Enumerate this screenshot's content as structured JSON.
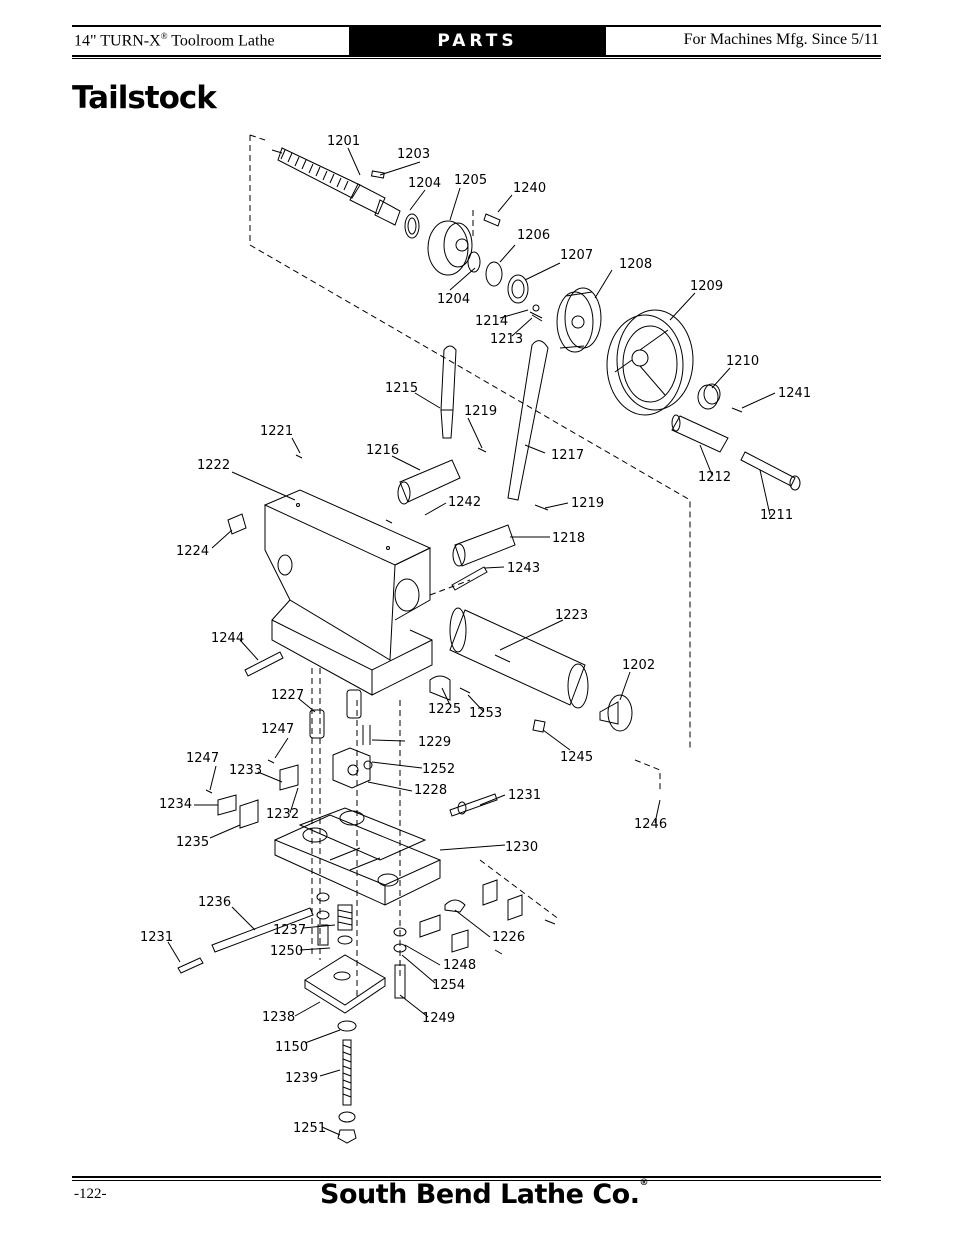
{
  "header": {
    "left_text": "14\" TURN-X",
    "left_reg": "®",
    "left_suffix": " Toolroom Lathe",
    "center": "PARTS",
    "right": "For Machines Mfg. Since 5/11"
  },
  "title": "Tailstock",
  "footer": {
    "page": "-122-",
    "brand": "South Bend Lathe Co.",
    "brand_reg": "®"
  },
  "callouts": [
    {
      "id": "1201",
      "text": "1201"
    },
    {
      "id": "1203",
      "text": "1203"
    },
    {
      "id": "1204a",
      "text": "1204"
    },
    {
      "id": "1205",
      "text": "1205"
    },
    {
      "id": "1240",
      "text": "1240"
    },
    {
      "id": "1206",
      "text": "1206"
    },
    {
      "id": "1207",
      "text": "1207"
    },
    {
      "id": "1208",
      "text": "1208"
    },
    {
      "id": "1209",
      "text": "1209"
    },
    {
      "id": "1204b",
      "text": "1204"
    },
    {
      "id": "1214",
      "text": "1214"
    },
    {
      "id": "1213",
      "text": "1213"
    },
    {
      "id": "1210",
      "text": "1210"
    },
    {
      "id": "1241",
      "text": "1241"
    },
    {
      "id": "1215",
      "text": "1215"
    },
    {
      "id": "1219a",
      "text": "1219"
    },
    {
      "id": "1221",
      "text": "1221"
    },
    {
      "id": "1216",
      "text": "1216"
    },
    {
      "id": "1217",
      "text": "1217"
    },
    {
      "id": "1222",
      "text": "1222"
    },
    {
      "id": "1212",
      "text": "1212"
    },
    {
      "id": "1242",
      "text": "1242"
    },
    {
      "id": "1219b",
      "text": "1219"
    },
    {
      "id": "1211",
      "text": "1211"
    },
    {
      "id": "1224",
      "text": "1224"
    },
    {
      "id": "1218",
      "text": "1218"
    },
    {
      "id": "1243",
      "text": "1243"
    },
    {
      "id": "1223",
      "text": "1223"
    },
    {
      "id": "1244",
      "text": "1244"
    },
    {
      "id": "1202",
      "text": "1202"
    },
    {
      "id": "1227",
      "text": "1227"
    },
    {
      "id": "1225",
      "text": "1225"
    },
    {
      "id": "1253",
      "text": "1253"
    },
    {
      "id": "1247a",
      "text": "1247"
    },
    {
      "id": "1229",
      "text": "1229"
    },
    {
      "id": "1245",
      "text": "1245"
    },
    {
      "id": "1247b",
      "text": "1247"
    },
    {
      "id": "1233",
      "text": "1233"
    },
    {
      "id": "1252",
      "text": "1252"
    },
    {
      "id": "1228",
      "text": "1228"
    },
    {
      "id": "1231a",
      "text": "1231"
    },
    {
      "id": "1234",
      "text": "1234"
    },
    {
      "id": "1232",
      "text": "1232"
    },
    {
      "id": "1246",
      "text": "1246"
    },
    {
      "id": "1235",
      "text": "1235"
    },
    {
      "id": "1230",
      "text": "1230"
    },
    {
      "id": "1236",
      "text": "1236"
    },
    {
      "id": "1237",
      "text": "1237"
    },
    {
      "id": "1226",
      "text": "1226"
    },
    {
      "id": "1231b",
      "text": "1231"
    },
    {
      "id": "1250",
      "text": "1250"
    },
    {
      "id": "1248",
      "text": "1248"
    },
    {
      "id": "1254",
      "text": "1254"
    },
    {
      "id": "1238",
      "text": "1238"
    },
    {
      "id": "1249",
      "text": "1249"
    },
    {
      "id": "1150",
      "text": "1150"
    },
    {
      "id": "1239",
      "text": "1239"
    },
    {
      "id": "1251",
      "text": "1251"
    }
  ]
}
